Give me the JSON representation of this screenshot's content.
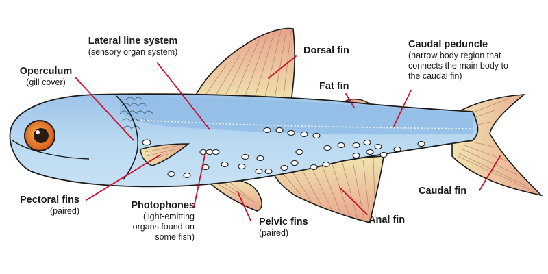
{
  "labels": {
    "lateral_line": {
      "title": "Lateral line system",
      "sub": "(sensory organ system)"
    },
    "operculum": {
      "title": "Operculum",
      "sub": "(gill cover)"
    },
    "dorsal_fin": {
      "title": "Dorsal fin"
    },
    "caudal_peduncle": {
      "title": "Caudal peduncle",
      "sub1": "(narrow body region that",
      "sub2": "connects the main body to",
      "sub3": "the caudal fin)"
    },
    "fat_fin": {
      "title": "Fat fin"
    },
    "pectoral_fins": {
      "title": "Pectoral fins",
      "sub": "(paired)"
    },
    "photophones": {
      "title": "Photophones",
      "sub1": "(light-emitting",
      "sub2": "organs found on",
      "sub3": "some fish)"
    },
    "pelvic_fins": {
      "title": "Pelvic fins",
      "sub": "(paired)"
    },
    "anal_fin": {
      "title": "Anal fin"
    },
    "caudal_fin": {
      "title": "Caudal fin"
    }
  },
  "colors": {
    "body": "#b5d7ef",
    "body_top": "#8fb8e3",
    "fin_base": "#f0e4b0",
    "fin_tip": "#e8a48c",
    "leader_line": "#c8102e",
    "eye_outer": "#e8801e",
    "eye_inner": "#2a1a10",
    "outline": "#1a1a1a"
  }
}
